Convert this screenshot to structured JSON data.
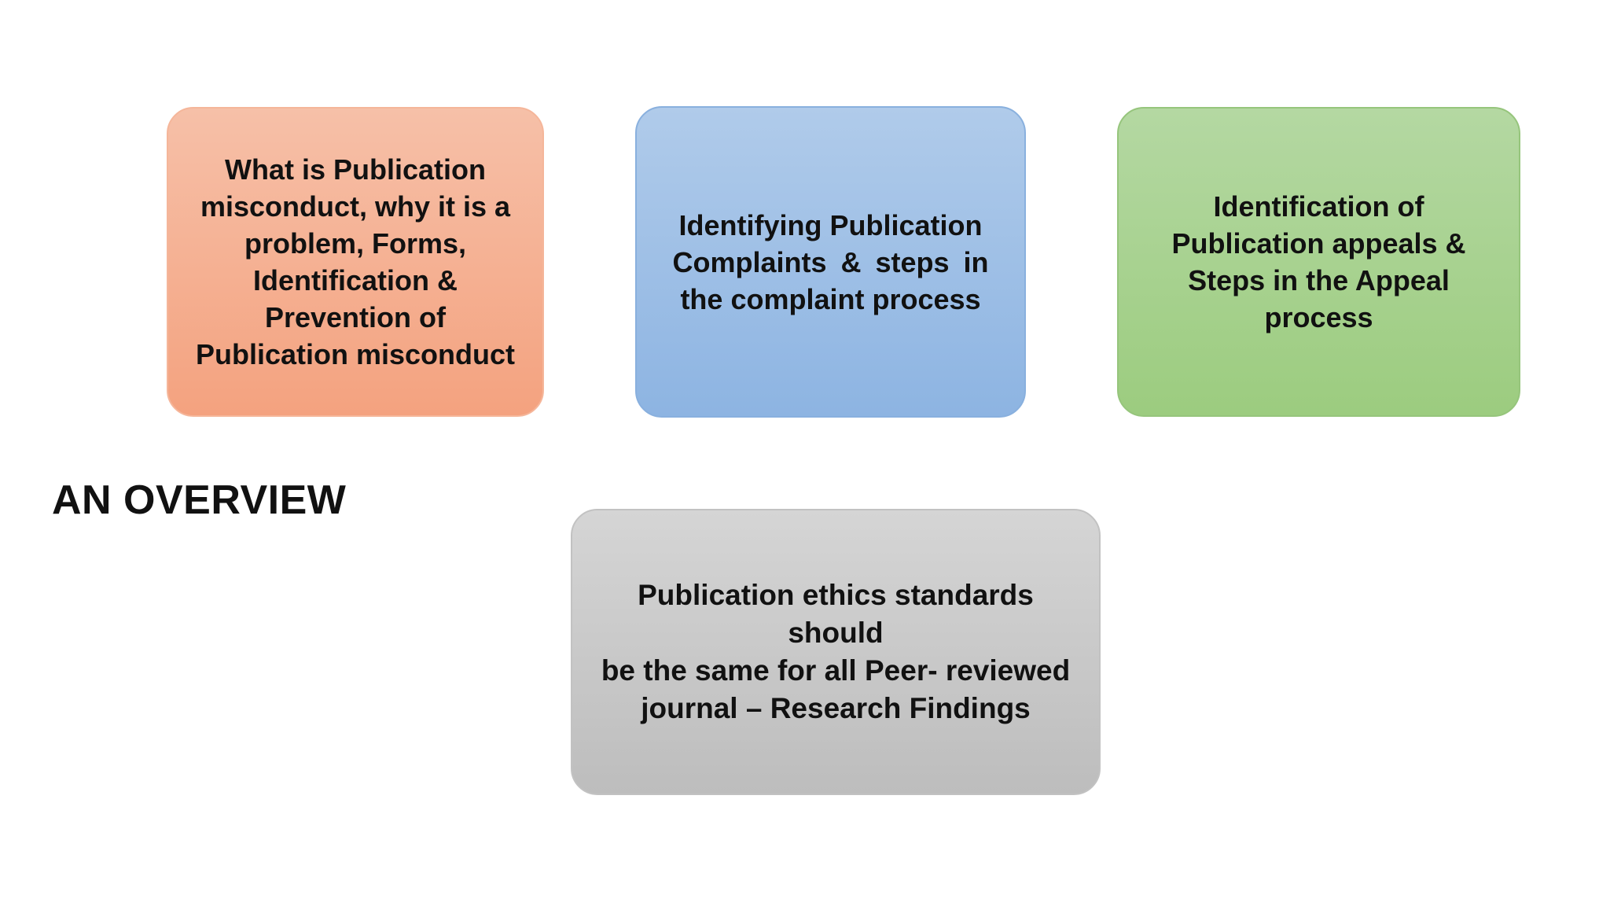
{
  "heading": "AN OVERVIEW",
  "cards": [
    {
      "id": "misconduct",
      "color": "#f6a886",
      "lines": [
        "What is Publication",
        "misconduct, why it is a",
        "problem, Forms,",
        "Identification &",
        "Prevention of",
        "Publication misconduct"
      ]
    },
    {
      "id": "complaints",
      "color": "#95b9e4",
      "lines": [
        "Identifying Publication",
        "Complaints & steps in",
        "the complaint process"
      ]
    },
    {
      "id": "appeals",
      "color": "#a5d08a",
      "lines": [
        "Identification of",
        "Publication appeals &",
        "Steps in the Appeal",
        "process"
      ]
    },
    {
      "id": "ethics-standards",
      "color": "#c6c6c6",
      "lines": [
        "Publication ethics standards should",
        "be the same for all Peer- reviewed",
        "journal – Research Findings"
      ]
    }
  ]
}
